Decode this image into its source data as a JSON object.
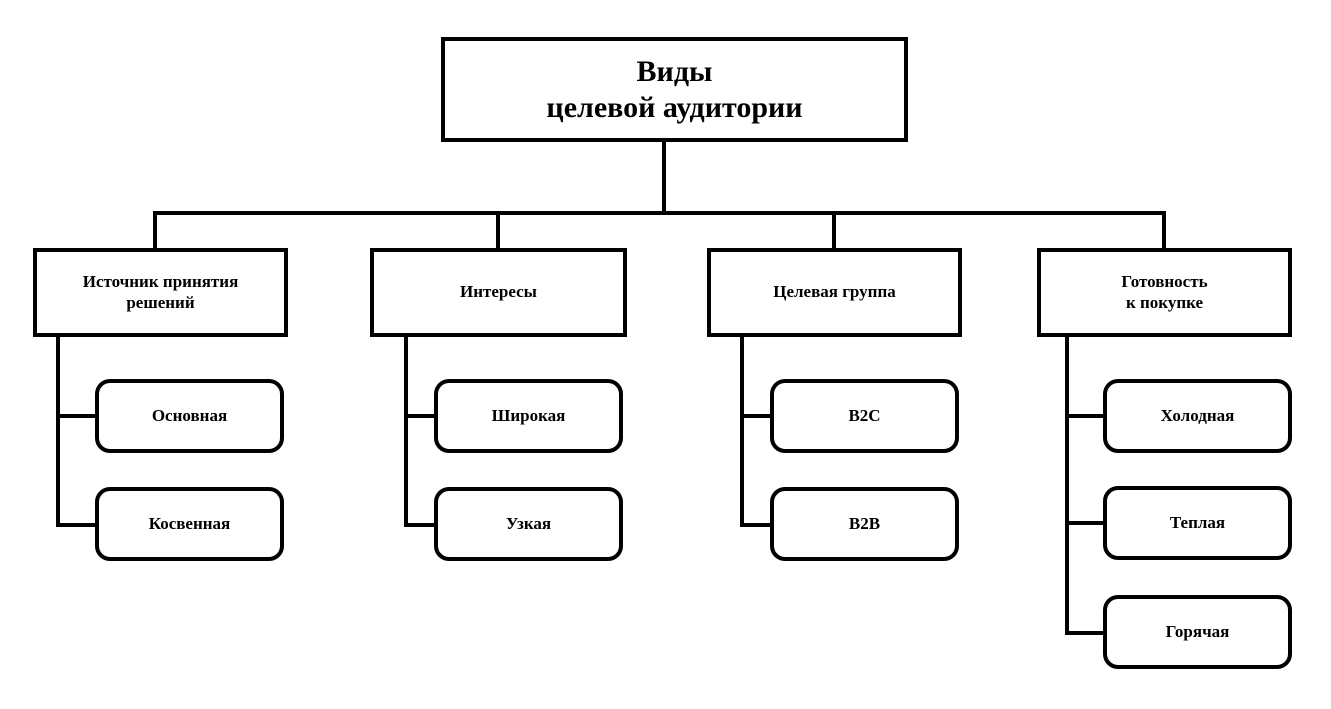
{
  "diagram": {
    "title": "Виды целевой аудитории",
    "type": "tree-hierarchy",
    "orientation": "top-down",
    "colors": {
      "background": "#ffffff",
      "stroke": "#000000",
      "text": "#000000"
    },
    "root": {
      "label": "Виды\nцелевой аудитории",
      "line1": "Виды",
      "line2": "целевой аудитории",
      "shape": "rectangle"
    },
    "branches": [
      {
        "label": "Источник принятия\nрешений",
        "line1": "Источник принятия",
        "line2": "решений",
        "shape": "rectangle",
        "children": [
          {
            "label": "Основная",
            "shape": "rounded-rectangle"
          },
          {
            "label": "Косвенная",
            "shape": "rounded-rectangle"
          }
        ]
      },
      {
        "label": "Интересы",
        "line1": "Интересы",
        "line2": "",
        "shape": "rectangle",
        "children": [
          {
            "label": "Широкая",
            "shape": "rounded-rectangle"
          },
          {
            "label": "Узкая",
            "shape": "rounded-rectangle"
          }
        ]
      },
      {
        "label": "Целевая группа",
        "line1": "Целевая группа",
        "line2": "",
        "shape": "rectangle",
        "children": [
          {
            "label": "B2C",
            "shape": "rounded-rectangle"
          },
          {
            "label": "B2B",
            "shape": "rounded-rectangle"
          }
        ]
      },
      {
        "label": "Готовность\nк покупке",
        "line1": "Готовность",
        "line2": "к покупке",
        "shape": "rectangle",
        "children": [
          {
            "label": "Холодная",
            "shape": "rounded-rectangle"
          },
          {
            "label": "Теплая",
            "shape": "rounded-rectangle"
          },
          {
            "label": "Горячая",
            "shape": "rounded-rectangle"
          }
        ]
      }
    ]
  }
}
